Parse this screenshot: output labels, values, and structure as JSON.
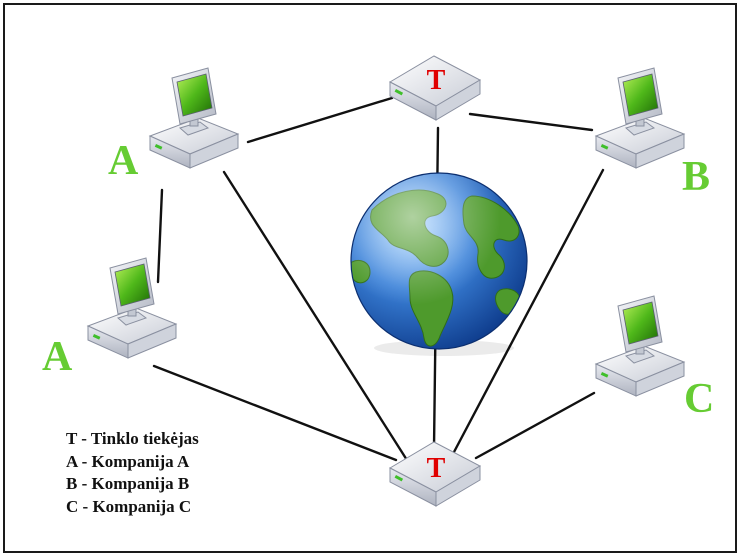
{
  "nodes": {
    "hub_top": {
      "label": "T"
    },
    "hub_bottom": {
      "label": "T"
    },
    "pc_a1": {
      "label": "A"
    },
    "pc_a2": {
      "label": "A"
    },
    "pc_b": {
      "label": "B"
    },
    "pc_c": {
      "label": "C"
    }
  },
  "legend": [
    "T - Tinklo tiekėjas",
    "A - Kompanija A",
    "B - Kompanija B",
    "C - Kompanija C"
  ],
  "colors": {
    "company_label": "#66cc33",
    "provider_label": "#e00000",
    "link": "#111111"
  },
  "icons": [
    "computer-icon",
    "router-icon",
    "globe-icon"
  ]
}
